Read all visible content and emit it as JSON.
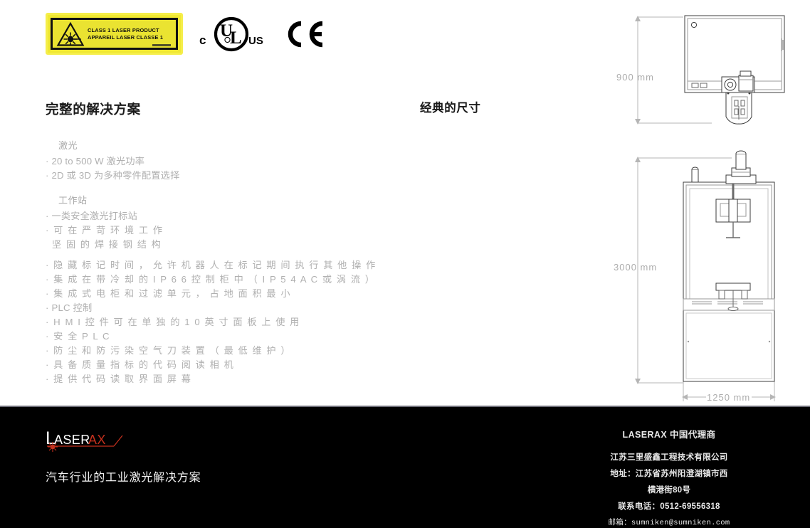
{
  "certifications": {
    "laser_label": {
      "line1": "CLASS 1 LASER PRODUCT",
      "line2": "APPAREIL LASER CLASSE 1",
      "icon": "laser-radiation-triangle-icon"
    },
    "ul_mark": "cULus",
    "ul_prefix": "c",
    "ul_letters": "UL",
    "ul_suffix": "US",
    "ce_mark": "CE"
  },
  "left": {
    "heading": "完整的解决方案",
    "groups": [
      {
        "subhead": "激光",
        "items": [
          "20 to 500 W 激光功率",
          "2D 或 3D 为多种零件配置选择"
        ]
      },
      {
        "subhead": "工作站",
        "items": [
          "一类安全激光打标站",
          "可 在 严 苛 环 境 工 作"
        ],
        "plain": "坚 固 的 焊 接 钢 结 构"
      }
    ],
    "features": [
      "隐 藏 标 记 时 间 ， 允 许 机 器 人 在 标 记 期 间 执 行 其 他 操 作",
      "集 成 在 带 冷 却 的 I P 6 6 控 制 柜 中 （ I P 5 4  A C 或 涡 流 ）",
      "集 成 式 电 柜 和 过 滤 单 元 ， 占 地 面 积 最 小",
      "PLC 控制",
      "H M I 控 件 可 在 单 独 的 1 0 英 寸 面 板 上 使 用",
      "安 全  P L C",
      "防 尘 和 防 污 染 空 气 刀 装 置 （ 最 低 维 护 ）",
      "具 备 质 量 指 标 的 代 码 阅 读 相 机",
      "提 供 代 码 读 取 界 面 屏 幕"
    ]
  },
  "dimensions": {
    "heading": "经典的尺寸",
    "top_view_height": "900 mm",
    "front_view_height": "3000 mm",
    "front_view_width": "1250 mm"
  },
  "footer": {
    "logo_text": "LASERAX",
    "logo_part1": "L",
    "logo_part2": "ASER",
    "logo_part3": "AX",
    "tagline": "汽车行业的工业激光解决方案",
    "contact_title": "LASERAX 中国代理商",
    "company": "江苏三里盛鑫工程技术有限公司",
    "address_line1": "地址：江苏省苏州阳澄湖镇市西",
    "address_line2": "横港街80号",
    "phone": "联系电话：0512-69556318",
    "email": "邮箱：sumniken@sumniken.com"
  },
  "colors": {
    "laser_yellow": "#f0e832",
    "accent_red": "#c4301d",
    "footer_bg": "#000000",
    "body_text": "#b0b0b0",
    "heading": "#1a1a1a",
    "dimension_gray": "#adadad"
  }
}
